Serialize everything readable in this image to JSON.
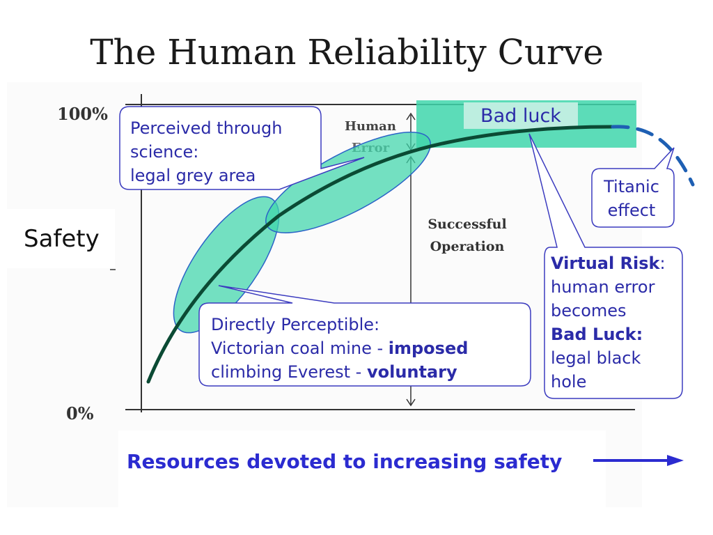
{
  "title": "The Human Reliability Curve",
  "y_axis": {
    "label": "Safety",
    "top_tick": "100%",
    "bottom_tick": "0%"
  },
  "x_axis": {
    "label": "Resources devoted to increasing safety"
  },
  "bracket_labels": {
    "human_error_line1": "Human",
    "human_error_line2": "Error",
    "successful_line1": "Successful",
    "successful_line2": "Operation"
  },
  "bad_luck_label": "Bad luck",
  "callouts": {
    "perceived": {
      "line1": "Perceived through",
      "line2": "science:",
      "line3": "legal grey area"
    },
    "titanic": {
      "line1": "Titanic",
      "line2": "effect"
    },
    "directly": {
      "line1": "Directly Perceptible:",
      "line2_prefix": "Victorian coal mine - ",
      "line2_bold": "imposed",
      "line3_prefix": "climbing Everest - ",
      "line3_bold": "voluntary"
    },
    "virtual": {
      "line1_bold": "Virtual Risk",
      "line1_suffix": ":",
      "line2": "human error",
      "line3": "becomes",
      "line4_bold": "Bad Luck:",
      "line5": "legal black",
      "line6": "hole"
    }
  },
  "colors": {
    "highlight": "#3fd6ab",
    "callout_text": "#2b2ba8",
    "callout_border": "#3b3bbf",
    "curve": "#0b4a34",
    "dashed": "#1e5fb3",
    "arrow": "#2b2bd0"
  }
}
